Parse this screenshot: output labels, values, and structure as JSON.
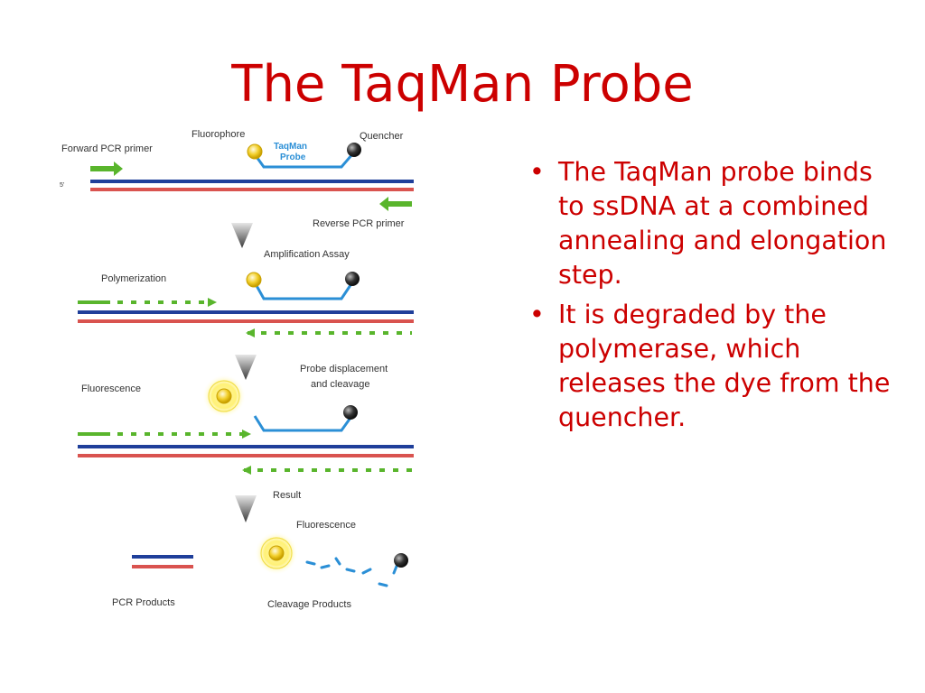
{
  "slide": {
    "title": "The TaqMan Probe",
    "bullets": [
      "The TaqMan probe binds to ssDNA at a combined annealing and elongation step.",
      "It is degraded by the polymerase, which releases the dye from the quencher."
    ]
  },
  "diagram": {
    "labels": {
      "forward_primer": "Forward PCR primer",
      "fluorophore": "Fluorophore",
      "probe_line1": "TaqMan",
      "probe_line2": "Probe",
      "quencher": "Quencher",
      "reverse_primer": "Reverse PCR primer",
      "amplification": "Amplification Assay",
      "polymerization": "Polymerization",
      "fluorescence": "Fluorescence",
      "displacement_line1": "Probe displacement",
      "displacement_line2": "and cleavage",
      "result": "Result",
      "fluorescence_result": "Fluorescence",
      "pcr_products": "PCR Products",
      "cleavage_products": "Cleavage Products"
    },
    "colors": {
      "text": "#cc0000",
      "dna_strand_top": "#1f3f9a",
      "dna_strand_bottom": "#d9534f",
      "primer": "#59b52c",
      "probe": "#2b8fd6",
      "fluorophore": "#f2cf2a",
      "quencher": "#333333",
      "arrow": "#555555"
    }
  }
}
